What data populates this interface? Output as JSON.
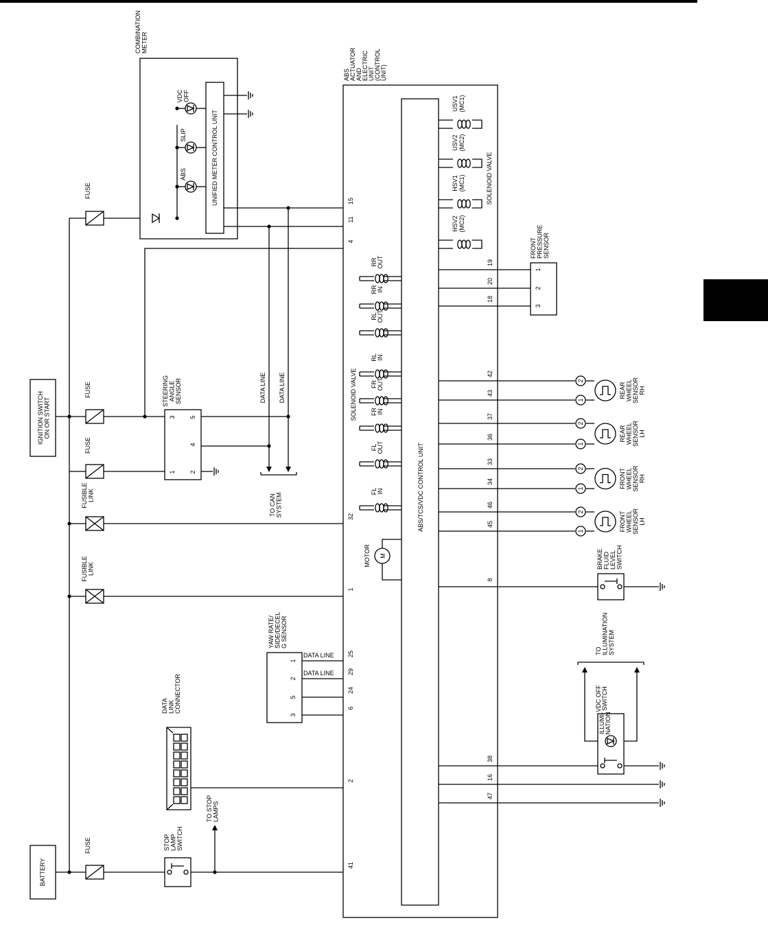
{
  "labels": {
    "ignition_switch": [
      "IGNITION SWITCH",
      "ON OR START"
    ],
    "battery": "BATTERY",
    "fuse": "FUSE",
    "fusible_link": [
      "FUSIBLE",
      "LINK"
    ],
    "combination_meter": [
      "COMBINATION",
      "METER"
    ],
    "unified_meter": "UNIFIED METER CONTROL UNIT",
    "lamp_vdc_off": [
      "VDC",
      "OFF"
    ],
    "lamp_slip": "SLIP",
    "lamp_abs": "ABS",
    "steering_sensor": [
      "STEERING",
      "ANGLE",
      "SENSOR"
    ],
    "data_line": "DATA LINE",
    "to_can": [
      "TO CAN",
      "SYSTEM"
    ],
    "yaw_sensor": [
      "YAW RATE/",
      "SIDE/DECEL",
      "G SENSOR"
    ],
    "dlc": [
      "DATA",
      "LINK",
      "CONNECTOR"
    ],
    "stop_lamp_switch": [
      "STOP",
      "LAMP",
      "SWITCH"
    ],
    "to_stop_lamps": [
      "TO STOP",
      "LAMPS"
    ],
    "abs_actuator": [
      "ABS",
      "ACTUATOR",
      "AND",
      "ELECTRIC",
      "UNIT",
      "(CONTROL",
      "UNIT)"
    ],
    "control_unit": "ABS/TCS/VDC CONTROL UNIT",
    "solenoid_valve": "SOLENOID VALVE",
    "motor": "MOTOR",
    "motor_symbol": "M",
    "front_pressure": [
      "FRONT",
      "PRESSURE",
      "SENSOR"
    ],
    "brake_fluid": [
      "BRAKE",
      "FLUID",
      "LEVEL",
      "SWITCH"
    ],
    "to_illumination": [
      "TO",
      "ILLUMINATION",
      "SYSTEM"
    ],
    "vdc_off_switch": [
      "VDC OFF",
      "SWITCH"
    ],
    "illumination": [
      "ILLUMI-",
      "NATION"
    ]
  },
  "valves_left": [
    {
      "name": "RR",
      "dir": "OUT"
    },
    {
      "name": "RR",
      "dir": "IN"
    },
    {
      "name": "RL",
      "dir": "OUT"
    },
    {
      "name": "RL",
      "dir": "IN"
    },
    {
      "name": "FR",
      "dir": "OUT"
    },
    {
      "name": "FR",
      "dir": "IN"
    },
    {
      "name": "FL",
      "dir": "OUT"
    },
    {
      "name": "FL",
      "dir": "IN"
    }
  ],
  "valves_right": [
    {
      "name": "USV1",
      "sub": "(MC1)"
    },
    {
      "name": "USV2",
      "sub": "(MC2)"
    },
    {
      "name": "HSV1",
      "sub": "(MC1)"
    },
    {
      "name": "HSV2",
      "sub": "(MC2)"
    }
  ],
  "wheel_sensors": [
    {
      "label": [
        "REAR",
        "WHEEL",
        "SENSOR",
        "RH"
      ],
      "pins": [
        "42",
        "43"
      ]
    },
    {
      "label": [
        "REAR",
        "WHEEL",
        "SENSOR",
        "LH"
      ],
      "pins": [
        "37",
        "36"
      ]
    },
    {
      "label": [
        "FRONT",
        "WHEEL",
        "SENSOR",
        "RH"
      ],
      "pins": [
        "33",
        "34"
      ]
    },
    {
      "label": [
        "FRONT",
        "WHEEL",
        "SENSOR",
        "LH"
      ],
      "pins": [
        "46",
        "45"
      ]
    }
  ],
  "sensor_terminals": [
    "2",
    "1"
  ],
  "left_pins": [
    "15",
    "11",
    "4",
    "32",
    "1",
    "25",
    "29",
    "24",
    "6",
    "2",
    "41"
  ],
  "right_pins": [
    "19",
    "20",
    "18",
    "8",
    "38",
    "16",
    "47"
  ],
  "pressure_terminals": [
    "1",
    "2",
    "3"
  ],
  "steering_terminals": [
    "3",
    "5",
    "4",
    "1",
    "2"
  ],
  "yaw_terminals": [
    "1",
    "2",
    "5",
    "3"
  ]
}
